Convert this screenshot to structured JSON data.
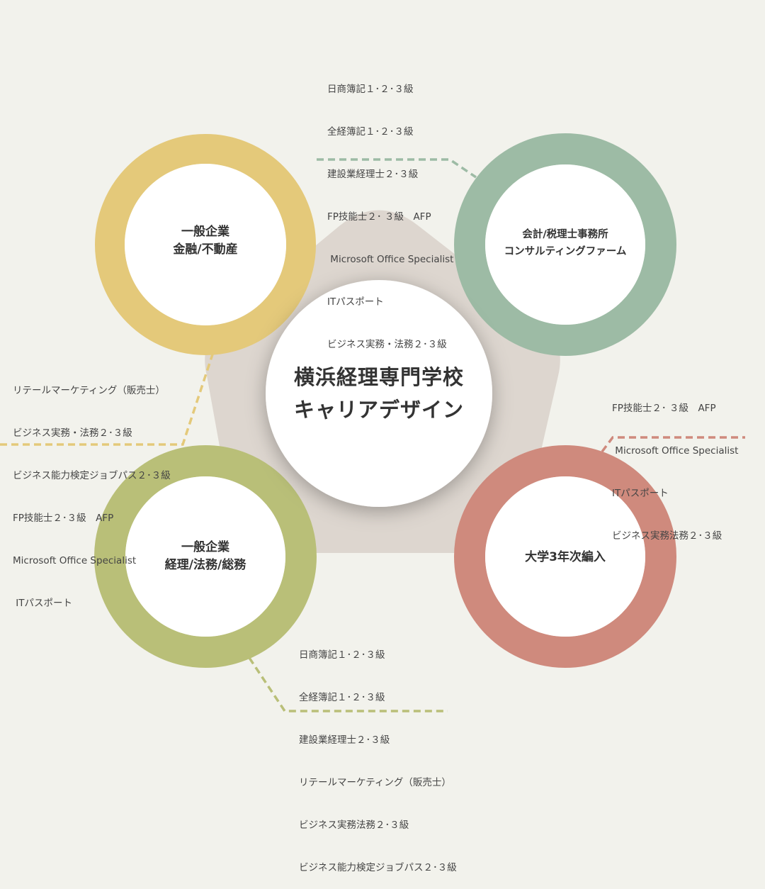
{
  "center": {
    "line1": "横浜経理専門学校",
    "line2": "キャリアデザイン"
  },
  "nodes": {
    "top_left": {
      "line1": "一般企業",
      "line2": "金融/不動産",
      "color": "#e4c97a"
    },
    "top_right": {
      "line1": "会計/税理士事務所",
      "line2": "コンサルティングファーム",
      "color": "#9dbba5"
    },
    "bottom_left": {
      "line1": "一般企業",
      "line2": "経理/法務/総務",
      "color": "#b9bf78"
    },
    "bottom_right": {
      "line1": "大学3年次編入",
      "color": "#cf8a7d"
    }
  },
  "lists": {
    "top_right": [
      "日商簿記１･２･３級",
      "全経簿記１･２･３級",
      "建設業経理士２･３級",
      "FP技能士２･ ３級　AFP",
      " Microsoft Office Specialist",
      "ITパスポート",
      "ビジネス実務・法務２･３級"
    ],
    "top_left": [
      "リテールマーケティング（販売士）",
      "ビジネス実務・法務２･３級",
      "ビジネス能力検定ジョブパス２･３級",
      "FP技能士２･３級　AFP",
      "Microsoft Office Specialist",
      " ITパスポート"
    ],
    "bottom_right": [
      "FP技能士２･ ３級　AFP",
      " Microsoft Office Specialist",
      "ITパスポート",
      "ビジネス実務法務２･３級"
    ],
    "bottom_left": [
      "日商簿記１･２･３級",
      "全経簿記１･２･３級",
      "建設業経理士２･３級",
      "リテールマーケティング（販売士）",
      "ビジネス実務法務２･３級",
      "ビジネス能力検定ジョブパス２･３級"
    ]
  }
}
